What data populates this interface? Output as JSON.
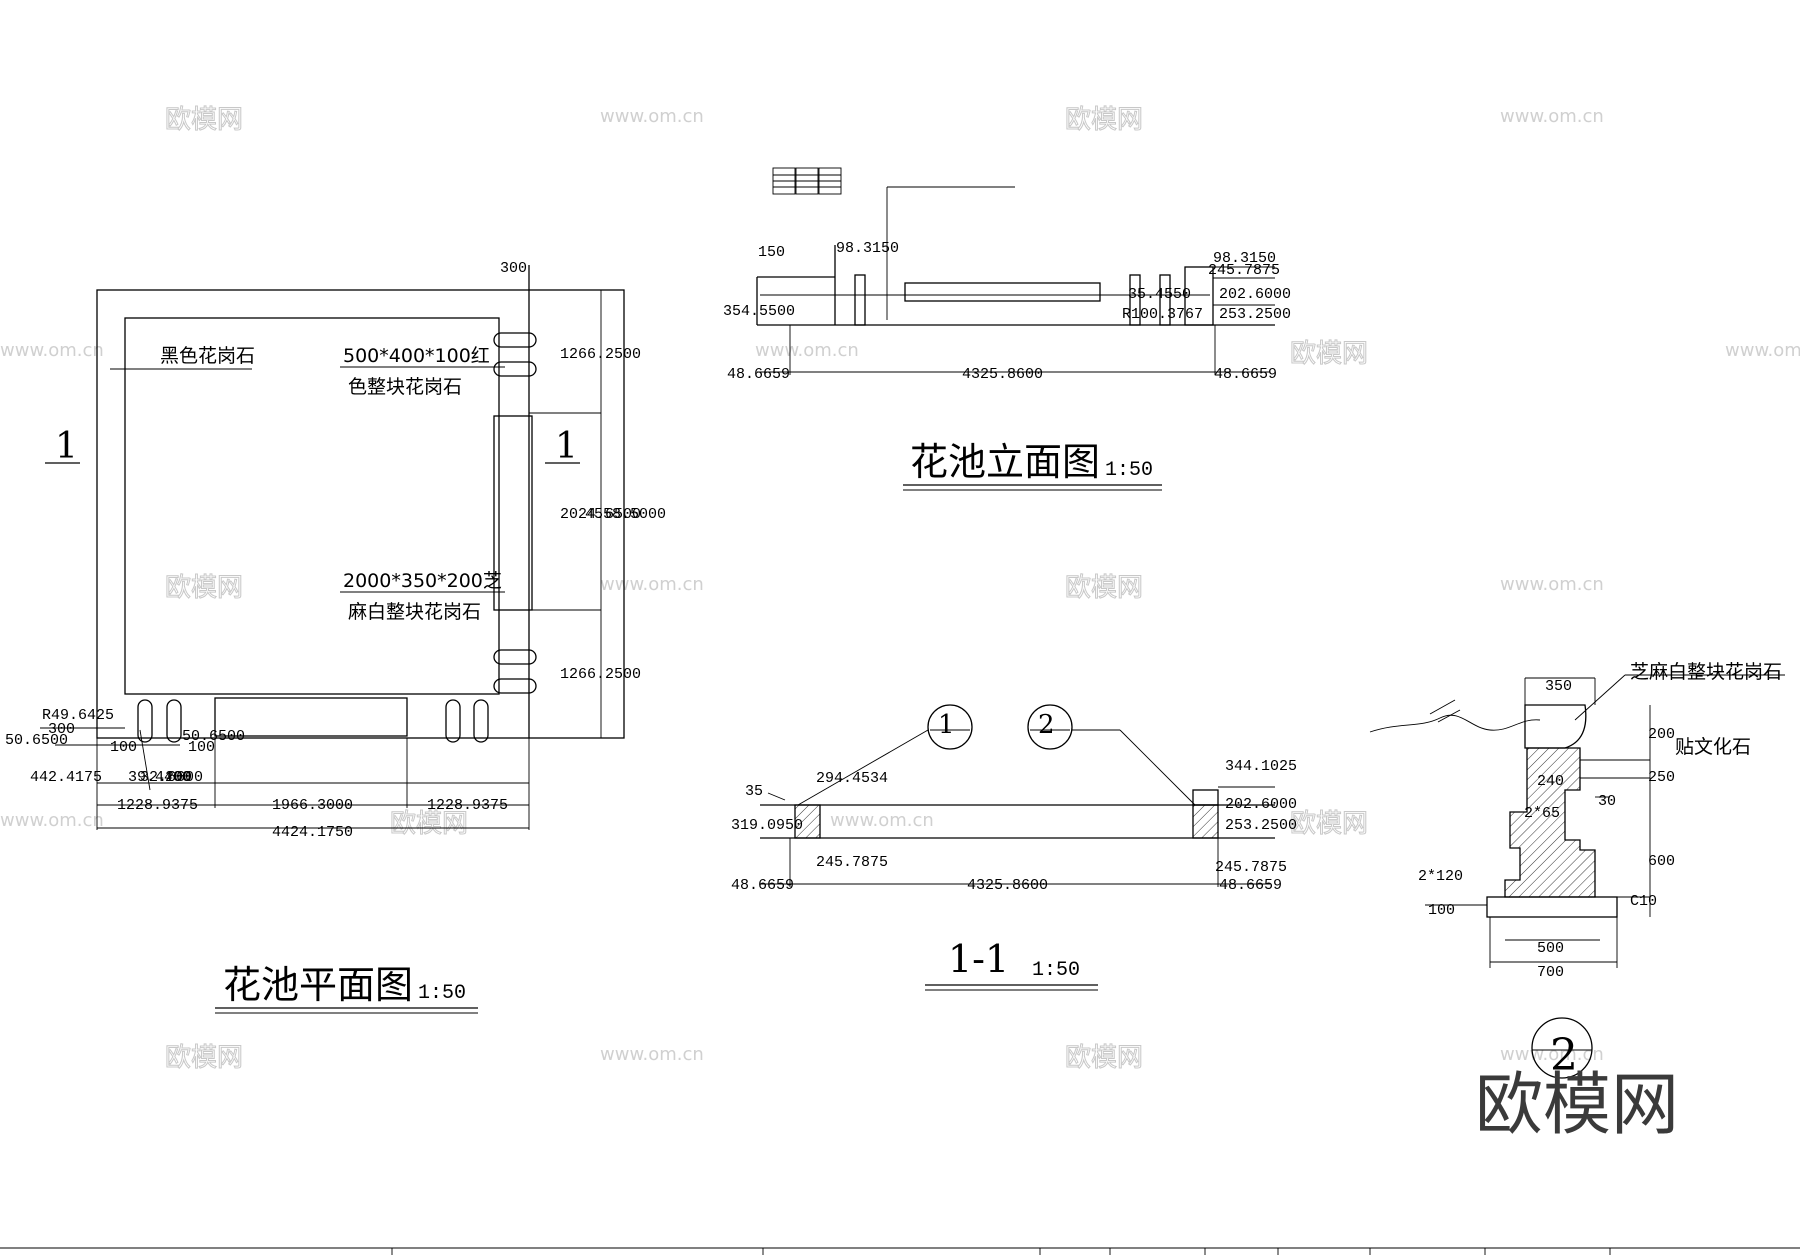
{
  "plan": {
    "title": "花池平面图",
    "scale": "1:50",
    "section_mark": "1",
    "material_black": "黑色花岗石",
    "material_red_line1": "500*400*100红",
    "material_red_line2": "色整块花岗石",
    "material_white_line1": "2000*350*200芝",
    "material_white_line2": "麻白整块花岗石",
    "dims": {
      "top_300": "300",
      "right_upper": "1266.2500",
      "right_middle": "2024.6500",
      "right_overlap": "4558.5000",
      "right_lower": "1266.2500",
      "radius": "R49.6425",
      "left_300": "300",
      "left_50": "50.6500",
      "small_100a": "100",
      "right_50": "50.6500",
      "small_100b": "100",
      "overlap_a": "39.4400",
      "overlap_b": "32.6600",
      "overlap_c": "200",
      "bottom_442": "442.4175",
      "bottom_left": "1228.9375",
      "bottom_mid": "1966.3000",
      "bottom_right": "1228.9375",
      "bottom_total": "4424.1750"
    }
  },
  "elevation": {
    "title": "花池立面图",
    "scale": "1:50",
    "dims": {
      "left_150": "150",
      "top_98": "98.3150",
      "left_354": "354.5500",
      "right_98": "98.3150",
      "right_245": "245.7875",
      "right_35": "35.4550",
      "right_202": "202.6000",
      "radius": "R100.3767",
      "right_253": "253.2500",
      "bottom_left": "48.6659",
      "bottom_mid": "4325.8600",
      "bottom_right": "48.6659"
    }
  },
  "section11": {
    "title": "1-1",
    "scale": "1:50",
    "callout1": "1",
    "callout2": "2",
    "dims": {
      "left_35": "35",
      "left_294": "294.4534",
      "left_319": "319.0950",
      "left_245": "245.7875",
      "right_344": "344.1025",
      "right_202": "202.6000",
      "right_253": "253.2500",
      "right_245": "245.7875",
      "bottom_left": "48.6659",
      "bottom_mid": "4325.8600",
      "bottom_right": "48.6659"
    }
  },
  "detail2": {
    "title": "2",
    "material_top": "芝麻白整块花岗石",
    "material_side": "贴文化石",
    "dims": {
      "top_350": "350",
      "r_200": "200",
      "r_250": "250",
      "r_600": "600",
      "c10": "C10",
      "mid_240": "240",
      "mid_30": "30",
      "step_2x65": "2*65",
      "step_2x120": "2*120",
      "base_100": "100",
      "base_500": "500",
      "base_700": "700"
    }
  },
  "watermark": {
    "logo": "欧模网",
    "site": "www.om.cn"
  }
}
